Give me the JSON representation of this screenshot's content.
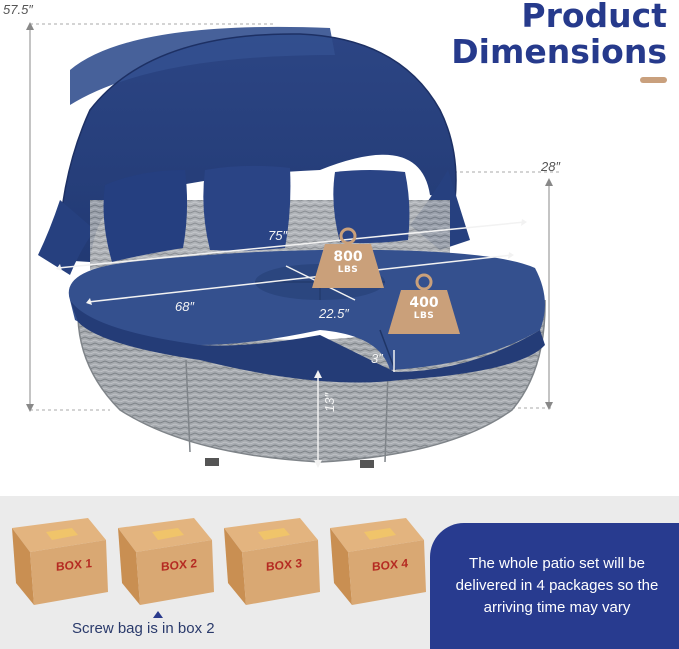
{
  "header": {
    "title_line1": "Product",
    "title_line2": "Dimensions"
  },
  "dimensions": {
    "overall_height": "57.5″",
    "canopy_depth": "28″",
    "canopy_width": "75″",
    "seat_width": "68″",
    "table_diameter": "22.5″",
    "cushion_thickness": "3″",
    "seat_height": "13″"
  },
  "weights": [
    {
      "value": "800",
      "unit": "LBS"
    },
    {
      "value": "400",
      "unit": "LBS"
    }
  ],
  "boxes": [
    {
      "label": "BOX 1"
    },
    {
      "label": "BOX 2"
    },
    {
      "label": "BOX 3"
    },
    {
      "label": "BOX 4"
    }
  ],
  "screw_note": "Screw bag is in box 2",
  "delivery_notice": "The whole patio set will be delivered in 4 packages so the arriving time may vary",
  "colors": {
    "brand_blue": "#263a8c",
    "accent_tan": "#c9a07d",
    "cushion_navy": "#2f4a8a",
    "wicker_gray": "#9a9ea3",
    "weight_badge": "#caa07a",
    "box_cardboard": "#d9a873"
  },
  "icons": [
    "dimension-arrow-icon",
    "weight-icon",
    "box-icon",
    "up-arrow-icon"
  ]
}
